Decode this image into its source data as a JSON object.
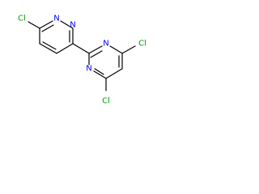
{
  "molecule": {
    "atoms": {
      "cl_top": {
        "symbol": "Cl",
        "color": "#00a000"
      },
      "n_pyridazine_1": {
        "symbol": "N",
        "color": "#0000ff"
      },
      "n_pyridazine_2": {
        "symbol": "N",
        "color": "#0000ff"
      },
      "n_pyrimidine_top": {
        "symbol": "N",
        "color": "#0000ff"
      },
      "n_pyrimidine_bottom": {
        "symbol": "N",
        "color": "#0000ff"
      },
      "cl_right": {
        "symbol": "Cl",
        "color": "#00a000"
      },
      "cl_bottom": {
        "symbol": "Cl",
        "color": "#00a000"
      }
    },
    "bond_color": "#000000"
  }
}
